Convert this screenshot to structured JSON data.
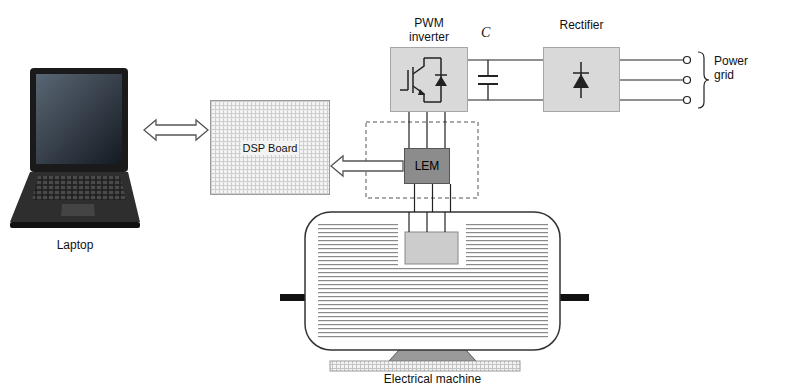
{
  "diagram": {
    "nodes": [
      {
        "text": [
          "PWM inverter"
        ]
      },
      {
        "text": [
          "Rectifier"
        ]
      },
      {
        "text": [
          "Laptop"
        ]
      },
      {
        "text": [
          "DSP Board"
        ]
      },
      {
        "text": [
          "LEM"
        ]
      },
      {
        "text": [
          "Electrical machine"
        ]
      }
    ],
    "edges": [
      {
        "from": 0,
        "to": 1,
        "arrow": "none"
      },
      {
        "from": 2,
        "to": 3,
        "arrow": "both"
      },
      {
        "from": 4,
        "to": 3,
        "arrow": "to"
      },
      {
        "from": 0,
        "to": 4,
        "arrow": "none"
      },
      {
        "from": 4,
        "to": 5,
        "arrow": "none"
      }
    ],
    "labels": [
      "C",
      "Power grid"
    ]
  }
}
